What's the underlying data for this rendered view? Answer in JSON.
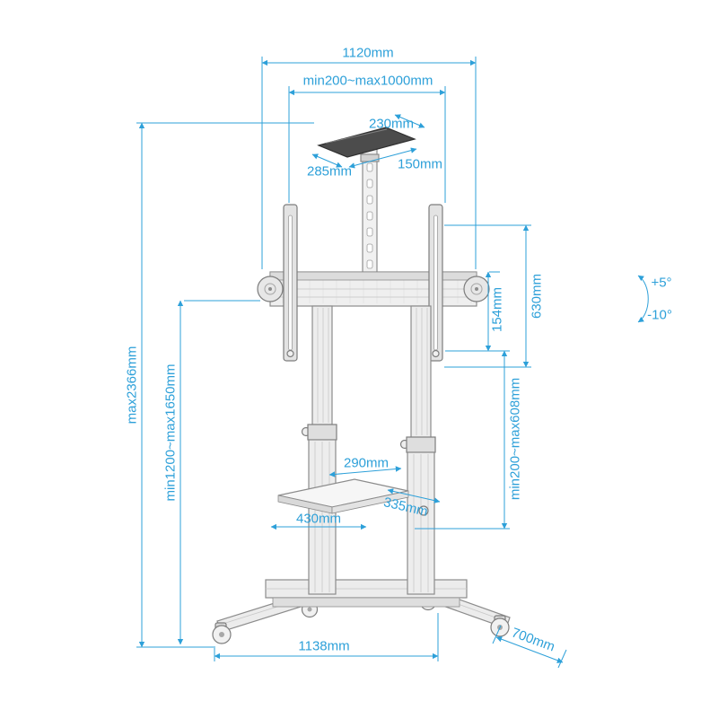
{
  "title": "Mobile TV trolley stand dimensional diagram",
  "unit": "mm",
  "colors": {
    "dimension": "#2da0d9",
    "structure": "#8c8c8c",
    "plate": "#4c4c4c"
  },
  "dims": {
    "total_top_width": "1120mm",
    "mount_width_range": "min200~max1000mm",
    "plate_depth": "230mm",
    "plate_width": "285mm",
    "plate_side": "150mm",
    "tilt_up": "+5°",
    "tilt_down": "-10°",
    "bracket_height": "630mm",
    "crossbar_height": "154mm",
    "max_height": "max2366mm",
    "column_height_range": "min1200~max1650mm",
    "shelf_height_range": "min200~max608mm",
    "shelf_top_width": "290mm",
    "shelf_width": "430mm",
    "shelf_depth": "335mm",
    "base_width": "1138mm",
    "base_depth": "700mm"
  }
}
